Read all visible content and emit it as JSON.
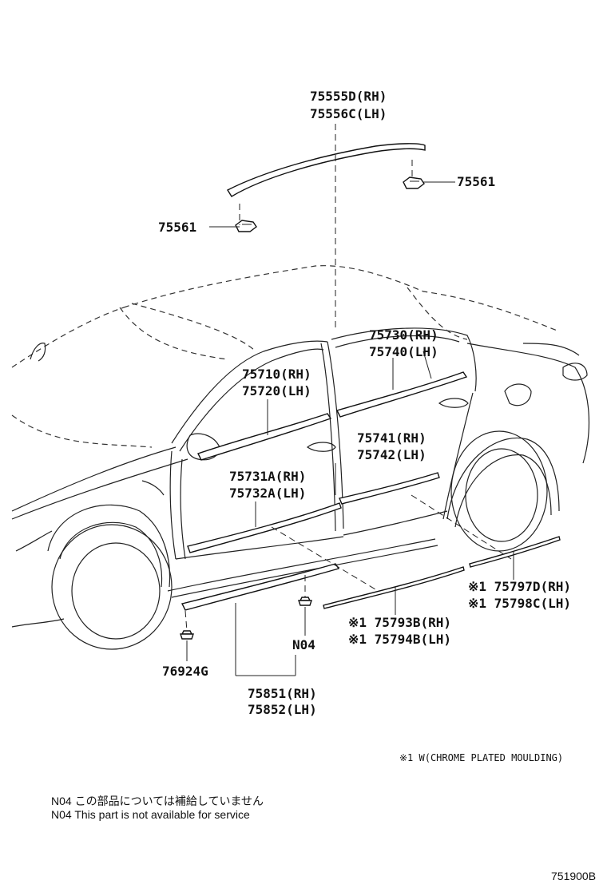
{
  "labels": {
    "p75555D": "75555D(RH)",
    "p75556C": "75556C(LH)",
    "p75561_r": "75561",
    "p75561_l": "75561",
    "p75730": "75730(RH)",
    "p75740": "75740(LH)",
    "p75710": "75710(RH)",
    "p75720": "75720(LH)",
    "p75741": "75741(RH)",
    "p75742": "75742(LH)",
    "p75731A": "75731A(RH)",
    "p75732A": "75732A(LH)",
    "p75797D": "※1 75797D(RH)",
    "p75798C": "※1 75798C(LH)",
    "p75793B": "※1 75793B(RH)",
    "p75794B": "※1 75794B(LH)",
    "pN04": "N04",
    "p76924G": "76924G",
    "p75851": "75851(RH)",
    "p75852": "75852(LH)"
  },
  "legend_note": "※1 W(CHROME PLATED MOULDING)",
  "footnotes": {
    "jp": "N04 この部品については補給していません",
    "en": "N04 This part is not available for service"
  },
  "diagram_code": "751900B"
}
